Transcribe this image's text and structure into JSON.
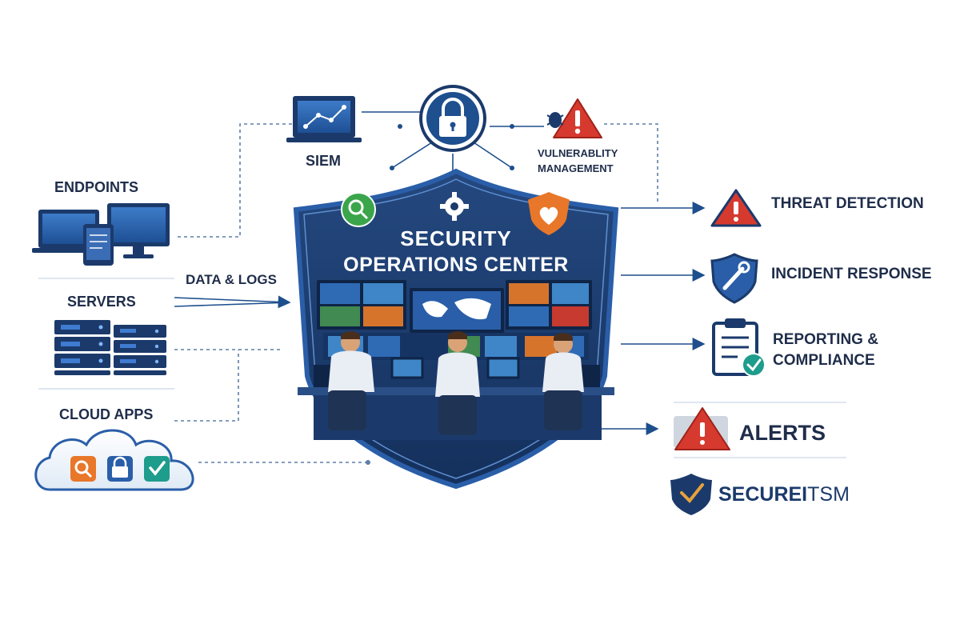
{
  "center": {
    "title_line1": "SECURITY",
    "title_line2": "OPERATIONS CENTER"
  },
  "top": {
    "siem": "SIEM",
    "vuln_line1": "VULNERABLITY",
    "vuln_line2": "MANAGEMENT"
  },
  "sources": {
    "endpoints": "ENDPOINTS",
    "servers": "SERVERS",
    "cloud_apps": "CLOUD APPS",
    "data_logs": "DATA & LOGS"
  },
  "outputs": {
    "threat_detection": "THREAT DETECTION",
    "incident_response": "INCIDENT RESPONSE",
    "reporting_line1": "REPORTING &",
    "reporting_line2": "COMPLIANCE",
    "alerts": "ALERTS"
  },
  "brand": {
    "name_bold": "SECUREI",
    "name_light": "TSM"
  },
  "colors": {
    "navy": "#1b3a6b",
    "blue": "#2a5ea8",
    "alert_red": "#d63a2f",
    "accent_orange": "#e8772a",
    "accent_green": "#3aa54a",
    "teal": "#1e9c8c"
  }
}
